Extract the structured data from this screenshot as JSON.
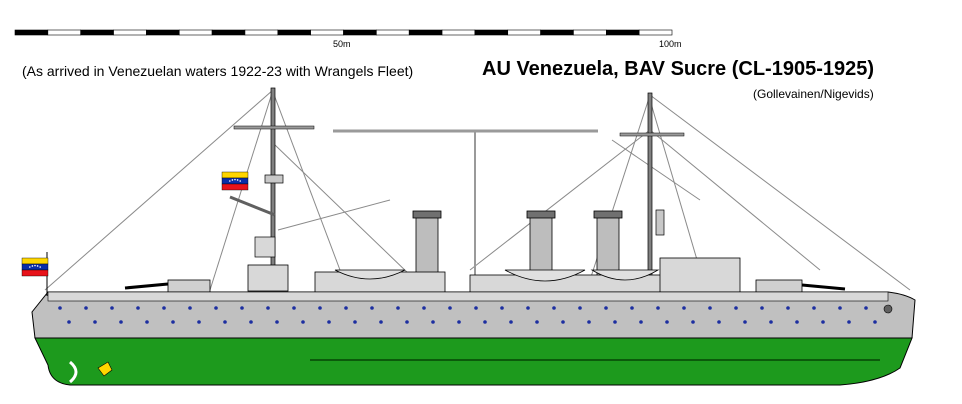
{
  "caption": {
    "subtitle": "(As arrived in Venezuelan waters 1922-23 with Wrangels Fleet)",
    "title": "AU Venezuela, BAV Sucre (CL-1905-1925)",
    "credit": "(Gollevainen/Nigevids)"
  },
  "scale_bar": {
    "label_50": "50m",
    "label_100": "100m",
    "segments": 20
  },
  "colors": {
    "hull_grey": "#c0c0c0",
    "underwater_green": "#1d9a1d",
    "deck_grey": "#d8d8d8",
    "outline": "#000000",
    "porthole_blue": "#1c2ea0",
    "rigging": "#8a8a8a"
  },
  "flag": {
    "country": "Venezuela",
    "stripes": [
      "#ffd600",
      "#0a2da8",
      "#e8121a"
    ],
    "star_color": "#ffffff"
  },
  "icons": {
    "flag_stern": "venezuela-flag-icon",
    "flag_main": "venezuela-flag-icon",
    "anchor": "anchor-icon",
    "propeller": "propeller-icon"
  }
}
